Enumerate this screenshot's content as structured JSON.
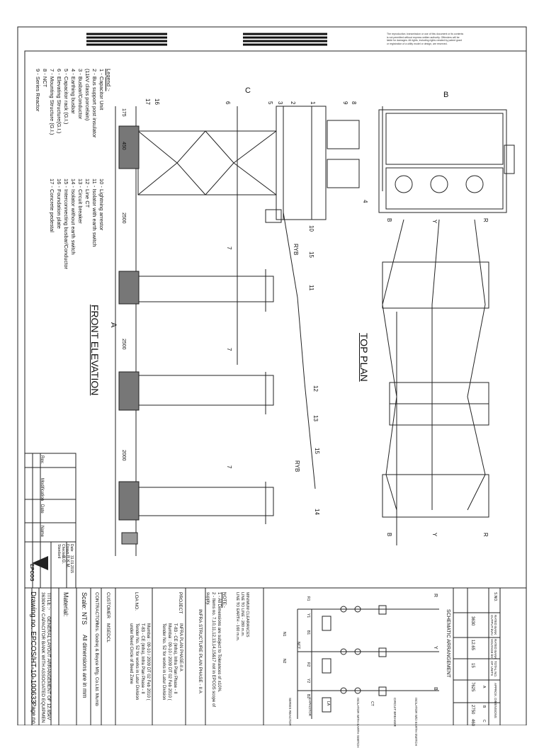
{
  "views": {
    "front_elevation": "FRONT ELEVATION",
    "top_plan": "TOP PLAN"
  },
  "dimensions": {
    "a": "A",
    "b": "B",
    "c": "C",
    "d175": "175",
    "d450": "450",
    "d2500a": "2500",
    "d2500b": "2500",
    "d2000": "2000"
  },
  "phase_labels": {
    "b": "B",
    "y": "Y",
    "r": "R",
    "ryb": "RYB"
  },
  "callouts": [
    "1",
    "2",
    "3",
    "4",
    "5",
    "6",
    "7",
    "8",
    "9",
    "10",
    "11",
    "12",
    "13",
    "14",
    "15",
    "16",
    "17"
  ],
  "legend": {
    "title": "Legend :-",
    "left": [
      "1 - Capacitor Unit",
      "2 - Bus support post insulator",
      "     (11kV class porcelain)",
      "3 - Busbar/Conductor",
      "4 - Earthing busbar",
      "5 - Capacitor rack (G.I.)",
      "6 - Elevating Structure(G.I.)",
      "7 - Mounting Structure (G.I.)",
      "8 - NCT",
      "9 - Series Reactor"
    ],
    "right": [
      "10 - Lightning arrestor",
      "11 - Isolator with earth switch",
      "12 - Line CT",
      "13 - Circuit breaker",
      "14 - Isolator without earth switch",
      "15 - Interconnecting busbar/Conductor",
      "16 - Foundation plate",
      "17 - Concrete pedestal"
    ]
  },
  "revision_table": {
    "headers": [
      "Rev.",
      "Modification",
      "Date",
      "Name"
    ]
  },
  "approval": {
    "rows": [
      {
        "label": "Date",
        "value": "31.01.2015"
      },
      {
        "label": "Drawn",
        "value": "R.K.M."
      },
      {
        "label": "Checked",
        "value": "S.G."
      },
      {
        "label": "Standard",
        "value": ""
      }
    ],
    "logo_text": "EPCOS"
  },
  "schematic": {
    "title": "SCHEMATIC ARRANGEMENT",
    "labels": {
      "r": "R",
      "y": "Y",
      "b": "B",
      "isolator_es": "ISOLATOR W/O EARTH SWITCH",
      "circuit_breaker": "CIRCUIT BREAKER",
      "ct": "CT",
      "isolator_with_es": "ISOLATOR WITH EARTH SWITCH",
      "la": "LA",
      "capacitor": "CAPACITOR",
      "series_reactor": "SERIES REACTOR",
      "nct": "NCT",
      "n1": "N1",
      "n2": "N2",
      "r1": "R1",
      "y1": "Y1",
      "b1": "B1",
      "r2": "R2",
      "y2": "Y2",
      "b2": "B2"
    },
    "table": {
      "headers": [
        "S.NO.",
        "RATED BANK OUTPUT kVAr",
        "RATED BANK VOLTAGE kV",
        "TOTAL NO. OF UNITS",
        "APPROX. DIMENSIONS"
      ],
      "row": [
        "1",
        "3630",
        "12.65",
        "15",
        "7625",
        "2750",
        "460"
      ],
      "dim_headers": [
        "A",
        "B",
        "C"
      ]
    }
  },
  "title_block": {
    "minimum_clearances": "MINIMUM CLEARANCES",
    "clear1": "LINE TO LINE  -  280 m.m.",
    "clear2": "LINE TO EARTH  -  160 m.m.",
    "note_title": "NOTE:-",
    "note1": "1 - All Dimensions are subject to Tolerances of ±10%.",
    "note2": "2 - Items no. 7,10,11,12,13,14,15&17 not in EPCOS scope of",
    "note2b": "     supply.",
    "project_label": "PROJECT",
    "project_heading": "INFRA STRUCTURE PLAN PHASE - II A",
    "project_line1": "INFRA PLAN PHASE-II A",
    "project_line2": "T-83 - CE (Infra), Infra Plan Phase - II",
    "project_line3": "Mumbai : 09-10 / 2009 DT 02 Feb 2010 (",
    "project_line4": "Tender No. 52 for works in Latur Division",
    "loa_label": "LOA NO.",
    "loa_line1": "Mumbai : 09-10 / 2009 DT 02 Feb 2010 (",
    "loa_line2": "T-83 - CE (Infra), Infra Plan Phase - II",
    "loa_line3": "Tender No. 52 for works in Latur Division",
    "loa_line4": "under Beed Circle of Beed Zone",
    "customer_label": "CUSTOMER",
    "customer_value": "MSEDCL",
    "contractor_label": "CONTRACTOR",
    "contractor_value": "M/s. Godrej & Boyce Mfg. Co.Ltd. Mumb",
    "scale_label": "Scale:",
    "scale_value": "NTS",
    "dims_note": "All dimensions are in mm",
    "material_label": "Material:",
    "title_label": "TITLE :-",
    "title_value1": "GENERAL LAYOUT ARRANGEMENT OF 12.65kV",
    "title_value2": "3630kVAr CAPACITOR BANK WITH ASSOCIATED EQUIPMEN",
    "drawing_no": "Drawing no. EPCOS/HT-10-100633",
    "page_no": "Page no."
  },
  "header_notices": {
    "copyright": "The reproduction, transmission or use of this document or its contents is not permitted without express written authority. Offenders will be liable for damages. All rights, including rights created by patent grant or registration of a utility model or design, are reserved."
  }
}
